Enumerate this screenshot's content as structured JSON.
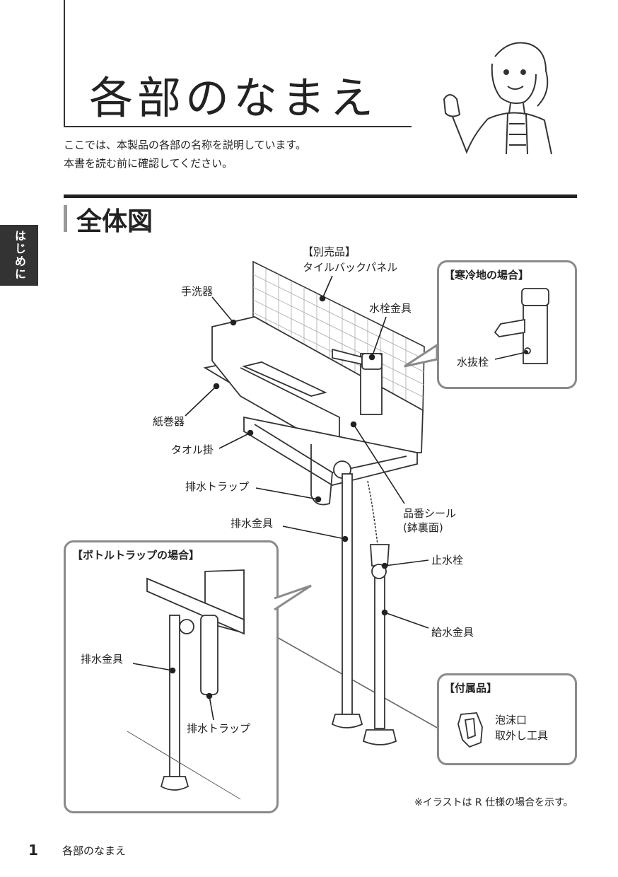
{
  "header": {
    "title": "各部のなまえ",
    "intro_line1": "ここでは、本製品の各部の名称を説明しています。",
    "intro_line2": "本書を読む前に確認してください。"
  },
  "side_tab": "はじめに",
  "section": {
    "title": "全体図"
  },
  "labels": {
    "panel_line1": "【別売品】",
    "panel_line2": "タイルバックパネル",
    "basin": "手洗器",
    "faucet": "水栓金具",
    "paper_holder": "紙巻器",
    "towel_bar": "タオル掛",
    "drain_trap": "排水トラップ",
    "drain_fitting": "排水金具",
    "part_seal_line1": "品番シール",
    "part_seal_line2": "(鉢裏面)",
    "stop_valve": "止水栓",
    "supply_fitting": "給水金具"
  },
  "callouts": {
    "cold": {
      "title": "【寒冷地の場合】",
      "drain_plug": "水抜栓"
    },
    "bottle": {
      "title": "【ボトルトラップの場合】",
      "drain_fitting": "排水金具",
      "drain_trap": "排水トラップ"
    },
    "accessory": {
      "title": "【付属品】",
      "item_line1": "泡沫口",
      "item_line2": "取外し工具"
    }
  },
  "note": "※イラストは R 仕様の場合を示す。",
  "footer": {
    "page_number": "1",
    "label": "各部のなまえ"
  }
}
